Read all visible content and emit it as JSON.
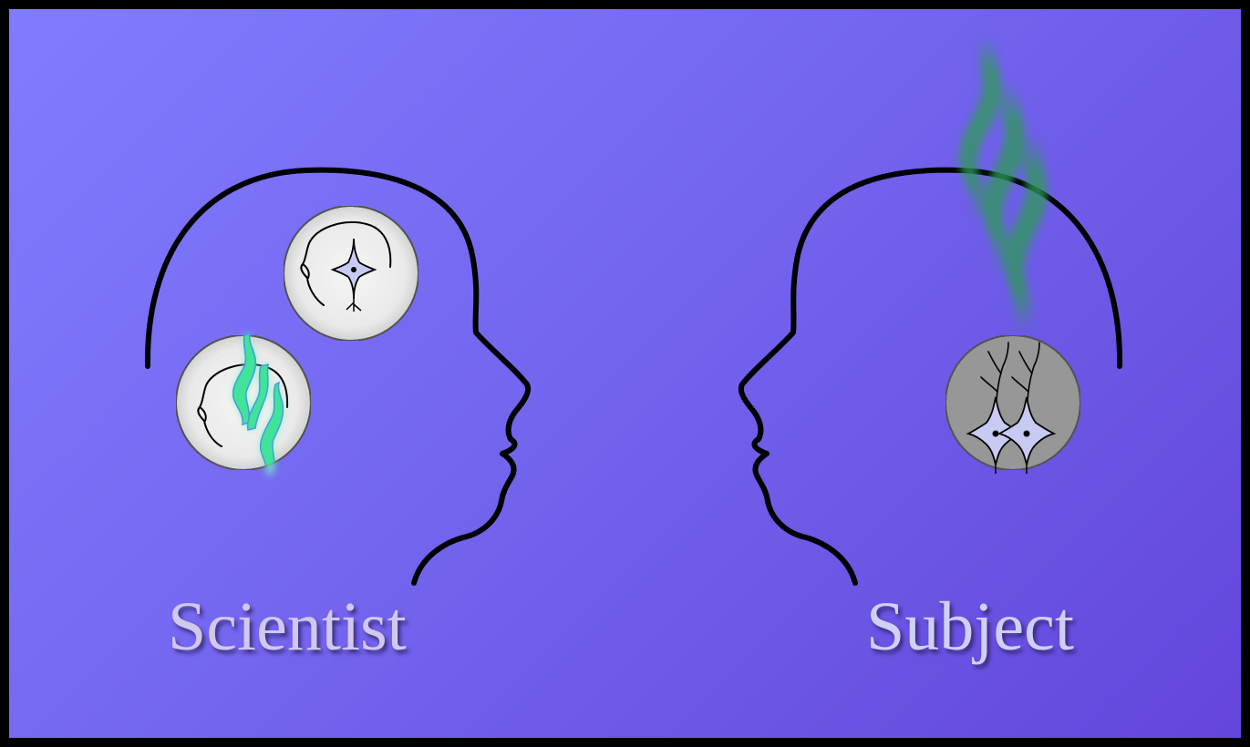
{
  "labels": {
    "scientist": "Scientist",
    "subject": "Subject"
  },
  "colors": {
    "background_start": "#807cff",
    "background_end": "#6545dc",
    "frame": "#000000",
    "outline": "#000000",
    "scientist_label": "#d1c8ec",
    "subject_label": "#cfd0f8",
    "wave_scientist": "#4ee89a",
    "wave_subject": "#2f9a5a",
    "neuron_fill": "#c7caf2"
  },
  "icons": {
    "scientist_head": "head-profile-facing-right",
    "subject_head": "head-profile-facing-left",
    "thought_bubble_model": "head-with-neuron",
    "thought_bubble_mind": "head-with-waves",
    "subject_brain": "two-neurons",
    "subject_waves": "rising-waves"
  }
}
